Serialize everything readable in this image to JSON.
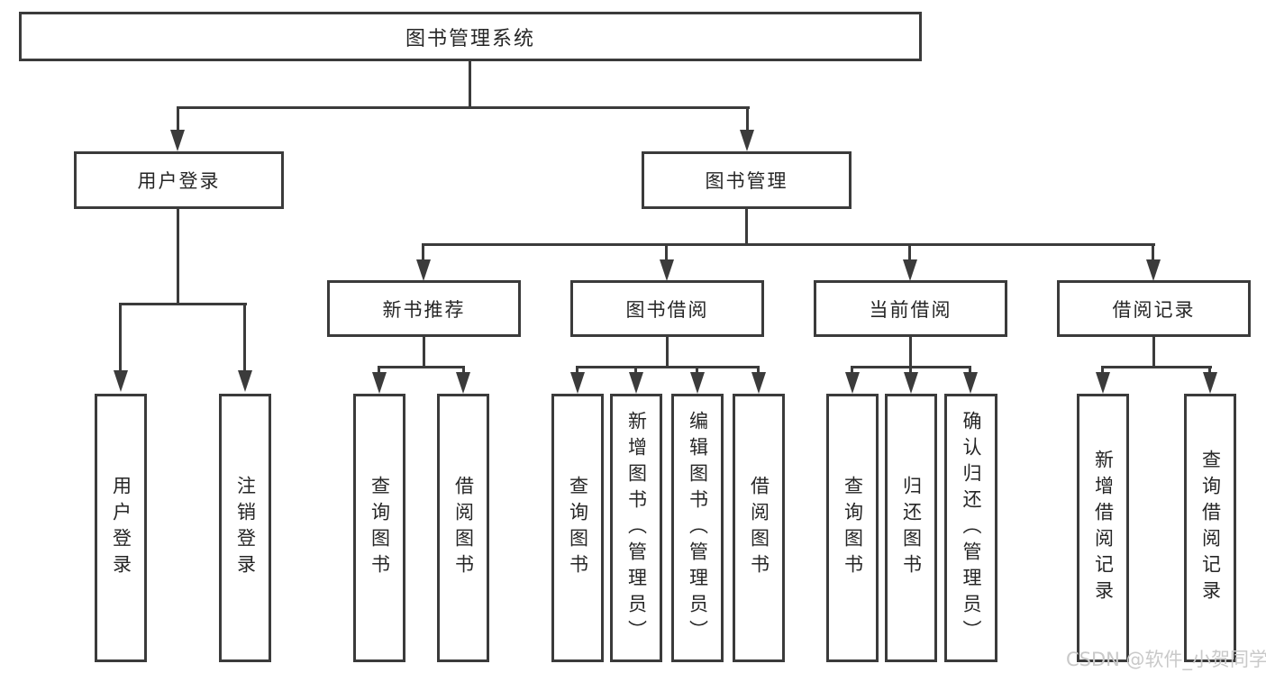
{
  "colors": {
    "line": "#3b3b3b",
    "text": "#262626",
    "background": "#ffffff",
    "watermark": "#c9c9c9"
  },
  "watermark": {
    "text": "CSDN @软件_小贺同学"
  },
  "tree": {
    "root": {
      "label": "图书管理系统"
    },
    "level2": [
      {
        "label": "用户登录",
        "children": [
          "用户登录",
          "注销登录"
        ]
      },
      {
        "label": "图书管理"
      }
    ],
    "level3": [
      {
        "label": "新书推荐",
        "children": [
          "查询图书",
          "借阅图书"
        ]
      },
      {
        "label": "图书借阅",
        "children": [
          "查询图书",
          "新增图书（管理员）",
          "编辑图书（管理员）",
          "借阅图书"
        ]
      },
      {
        "label": "当前借阅",
        "children": [
          "查询图书",
          "归还图书",
          "确认归还（管理员）"
        ]
      },
      {
        "label": "借阅记录",
        "children": [
          "新增借阅记录",
          "查询借阅记录"
        ]
      }
    ]
  }
}
